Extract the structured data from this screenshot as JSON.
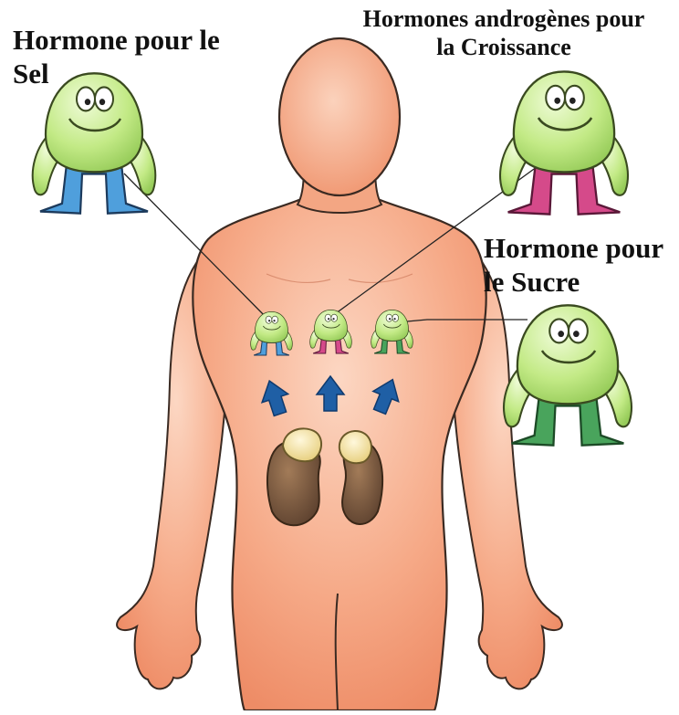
{
  "labels": {
    "salt": {
      "line1": "Hormone pour le",
      "line2": "Sel"
    },
    "growth": {
      "line1": "Hormones androgènes pour",
      "line2": "la Croissance"
    },
    "sugar": {
      "line1": "Hormone pour",
      "line2": "le Sucre"
    }
  },
  "colors": {
    "skin": "#f4a07e",
    "skin_outline": "#3a2a22",
    "character_body": "#c7ec8a",
    "salt_character": "#4f9fdc",
    "growth_character": "#d54a8a",
    "sugar_character": "#49a45c",
    "arrow": "#1f5fa5",
    "kidney": "#7a5a3e",
    "adrenal_gland": "#f2e1a0"
  },
  "icons": [
    "body-figure",
    "adrenal-hormone-character",
    "kidney",
    "adrenal-gland",
    "up-arrow"
  ]
}
